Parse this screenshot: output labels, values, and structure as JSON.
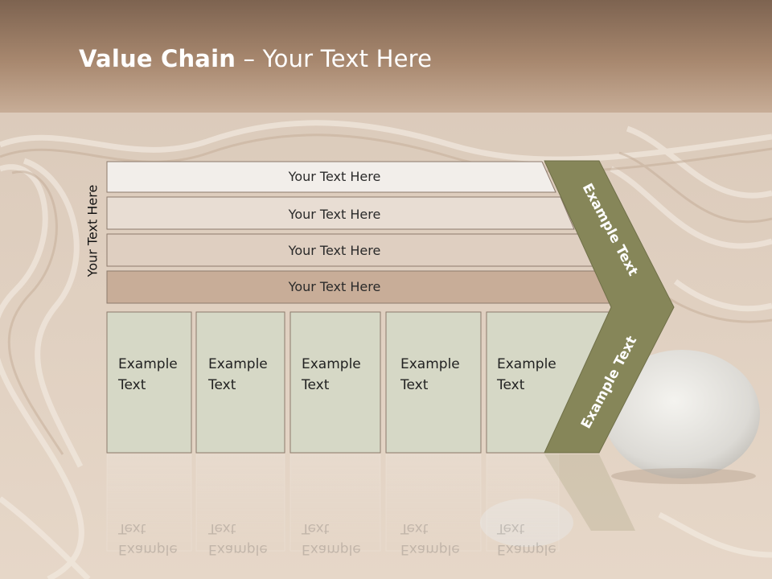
{
  "title": {
    "bold": "Value Chain",
    "rest": " – Your Text Here"
  },
  "side_label": "Your Text Here",
  "support_rows": [
    "Your Text Here",
    "Your Text Here",
    "Your Text Here",
    "Your Text Here"
  ],
  "primary_boxes": [
    {
      "line1": "Example",
      "line2": "Text"
    },
    {
      "line1": "Example",
      "line2": "Text"
    },
    {
      "line1": "Example",
      "line2": "Text"
    },
    {
      "line1": "Example",
      "line2": "Text"
    },
    {
      "line1": "Example",
      "line2": "Text"
    }
  ],
  "margin_labels": {
    "upper": "Example Text",
    "lower": "Example Text"
  },
  "colors": {
    "row1": "#f2eeea",
    "row2": "#e8ddd3",
    "row3": "#dfcfc1",
    "row4": "#c8ad98",
    "box": "#d6d8c6",
    "chevron": "#868659",
    "border": "#8c7a6c"
  }
}
